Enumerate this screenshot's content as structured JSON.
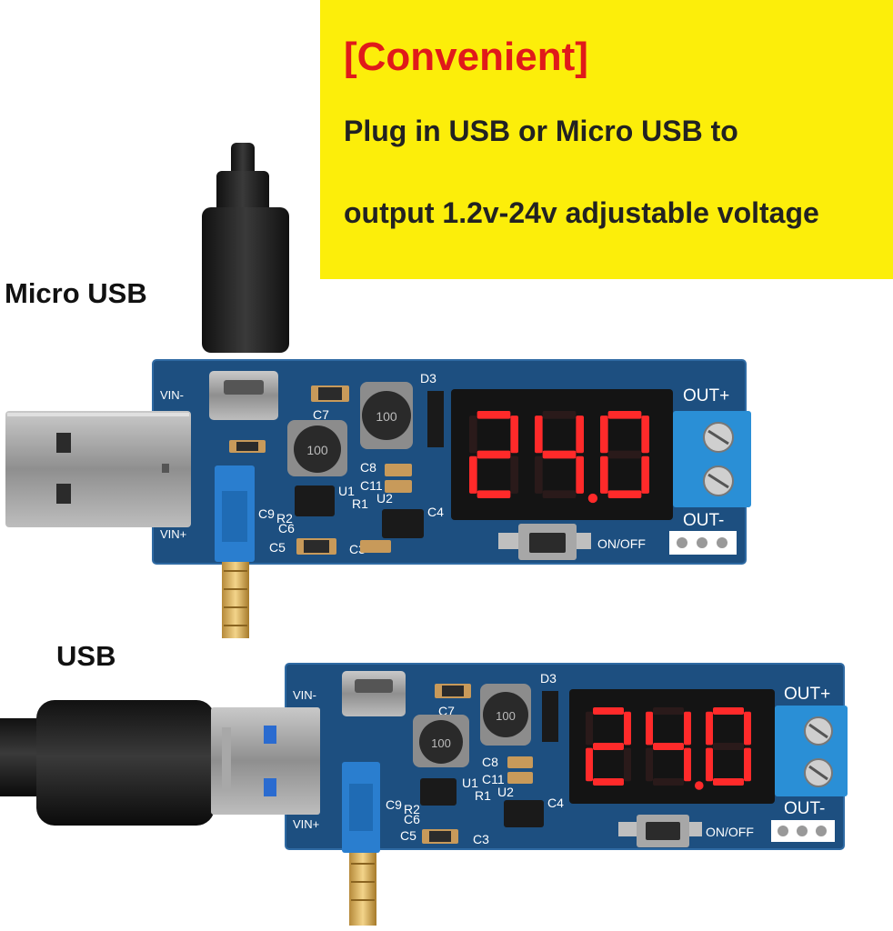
{
  "banner": {
    "title": "[Convenient]",
    "line1": "Plug in USB or Micro USB to",
    "line2": "output 1.2v-24v adjustable voltage"
  },
  "labels": {
    "micro_usb": "Micro USB",
    "usb": "USB"
  },
  "board": {
    "display_reading": "24.0",
    "silkscreen": {
      "vin_minus": "VIN-",
      "vin_plus": "VIN+",
      "out_plus": "OUT+",
      "out_minus": "OUT-",
      "on_off": "ON/OFF",
      "d3": "D3",
      "c7": "C7",
      "c8": "C8",
      "c11": "C11",
      "u1": "U1",
      "u2": "U2",
      "r1": "R1",
      "r2": "R2",
      "c9": "C9",
      "c6": "C6",
      "c5": "C5",
      "c3": "C3",
      "c4": "C4",
      "inductor_marking": "100"
    }
  },
  "colors": {
    "banner_bg": "#fcee0a",
    "title_red": "#e01a1a",
    "pcb_blue": "#1d4f80",
    "segment_red": "#ff2a2a",
    "terminal_blue": "#2a8fd6"
  }
}
